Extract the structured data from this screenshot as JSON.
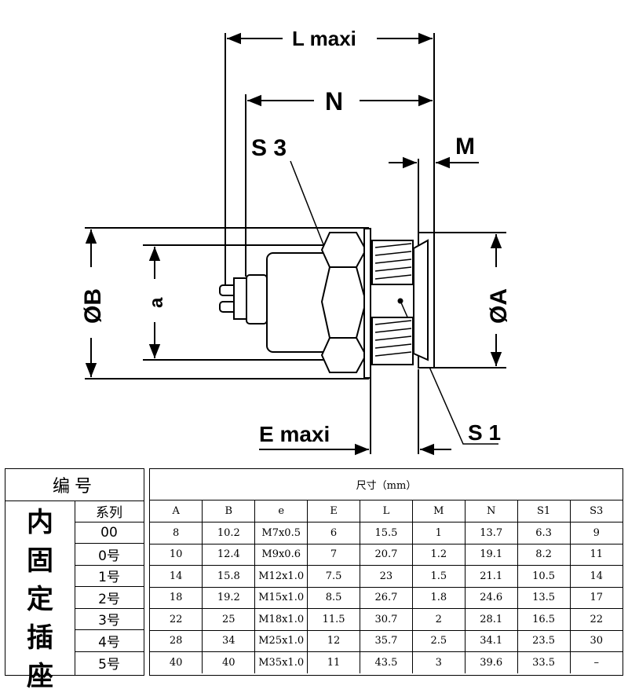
{
  "drawing": {
    "labels": {
      "l_maxi": "L maxi",
      "n": "N",
      "m": "M",
      "s3": "S 3",
      "s1": "S 1",
      "e_maxi": "E maxi",
      "phi_b": "ØB",
      "phi_a": "ØA",
      "a": "a"
    }
  },
  "table": {
    "left_header": "编号",
    "vertical_title": [
      "内",
      "固",
      "定",
      "插",
      "座"
    ],
    "series_header": "系列",
    "series": [
      "00",
      "0号",
      "1号",
      "2号",
      "3号",
      "4号",
      "5号"
    ],
    "dims_title": "尺寸（mm）",
    "columns": [
      "A",
      "B",
      "e",
      "E",
      "L",
      "M",
      "N",
      "S1",
      "S3"
    ],
    "rows": [
      [
        "8",
        "10.2",
        "M7x0.5",
        "6",
        "15.5",
        "1",
        "13.7",
        "6.3",
        "9"
      ],
      [
        "10",
        "12.4",
        "M9x0.6",
        "7",
        "20.7",
        "1.2",
        "19.1",
        "8.2",
        "11"
      ],
      [
        "14",
        "15.8",
        "M12x1.0",
        "7.5",
        "23",
        "1.5",
        "21.1",
        "10.5",
        "14"
      ],
      [
        "18",
        "19.2",
        "M15x1.0",
        "8.5",
        "26.7",
        "1.8",
        "24.6",
        "13.5",
        "17"
      ],
      [
        "22",
        "25",
        "M18x1.0",
        "11.5",
        "30.7",
        "2",
        "28.1",
        "16.5",
        "22"
      ],
      [
        "28",
        "34",
        "M25x1.0",
        "12",
        "35.7",
        "2.5",
        "34.1",
        "23.5",
        "30"
      ],
      [
        "40",
        "40",
        "M35x1.0",
        "11",
        "43.5",
        "3",
        "39.6",
        "33.5",
        "–"
      ]
    ]
  }
}
